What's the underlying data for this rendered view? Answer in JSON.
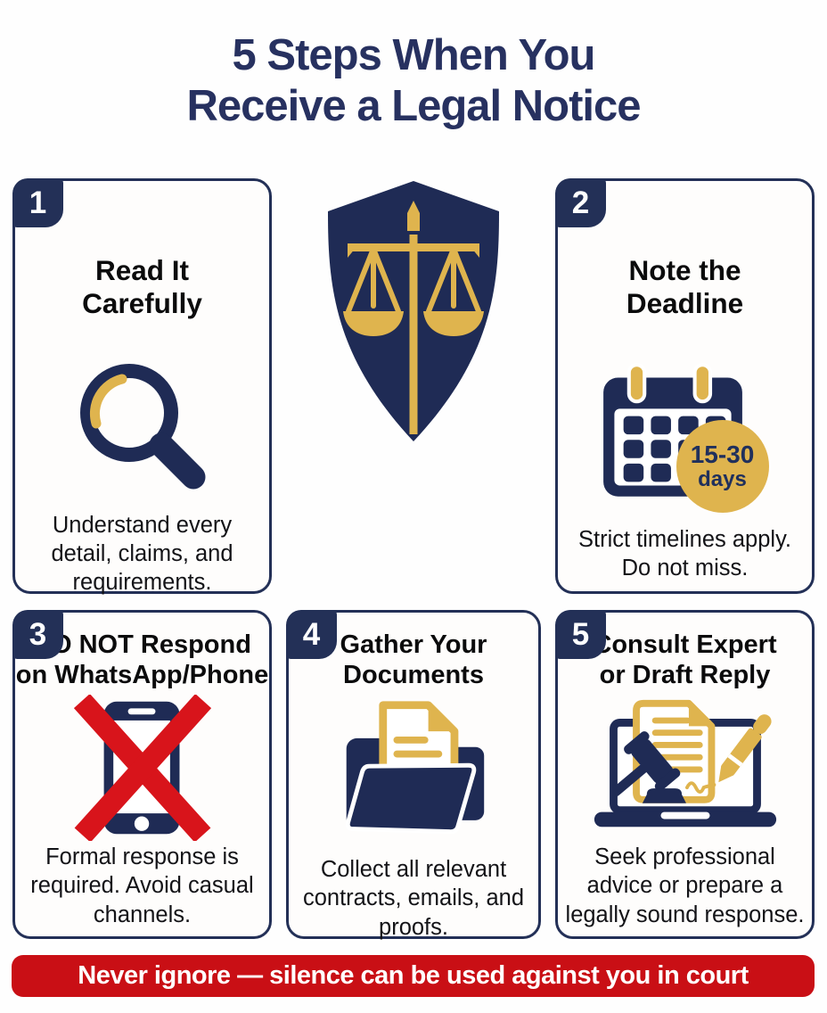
{
  "colors": {
    "navy": "#1f2b55",
    "navy-border": "#233057",
    "gold": "#dfb44e",
    "gold-deep": "#d9ab3c",
    "red": "#d8141b",
    "banner": "#c90f15",
    "title": "#273160",
    "text": "#131317"
  },
  "header": {
    "title_line1": "5 Steps When You",
    "title_line2": "Receive a Legal Notice"
  },
  "center": {
    "icon": "shield-scales-icon"
  },
  "cards": [
    {
      "number": "1",
      "title_line1": "Read It",
      "title_line2": "Carefully",
      "description": "Understand every detail, claims, and requirements.",
      "icon": "magnifier-icon"
    },
    {
      "number": "2",
      "title_line1": "Note the",
      "title_line2": "Deadline",
      "description": "Strict timelines apply. Do not miss.",
      "icon": "calendar-icon",
      "badge_line1": "15-30",
      "badge_line2": "days"
    },
    {
      "number": "3",
      "title_line1": "DO NOT Respond",
      "title_line2": "on WhatsApp/Phone",
      "description": "Formal response is required. Avoid casual channels.",
      "icon": "phone-crossed-icon"
    },
    {
      "number": "4",
      "title_line1": "Gather Your",
      "title_line2": "Documents",
      "description": "Collect all relevant contracts, emails, and proofs.",
      "icon": "folder-documents-icon"
    },
    {
      "number": "5",
      "title_line1": "Consult Expert",
      "title_line2": "or Draft Reply",
      "description": "Seek professional advice or prepare a legally sound response.",
      "icon": "laptop-gavel-pen-icon"
    }
  ],
  "banner": {
    "text": "Never ignore — silence can be used against you in court"
  }
}
